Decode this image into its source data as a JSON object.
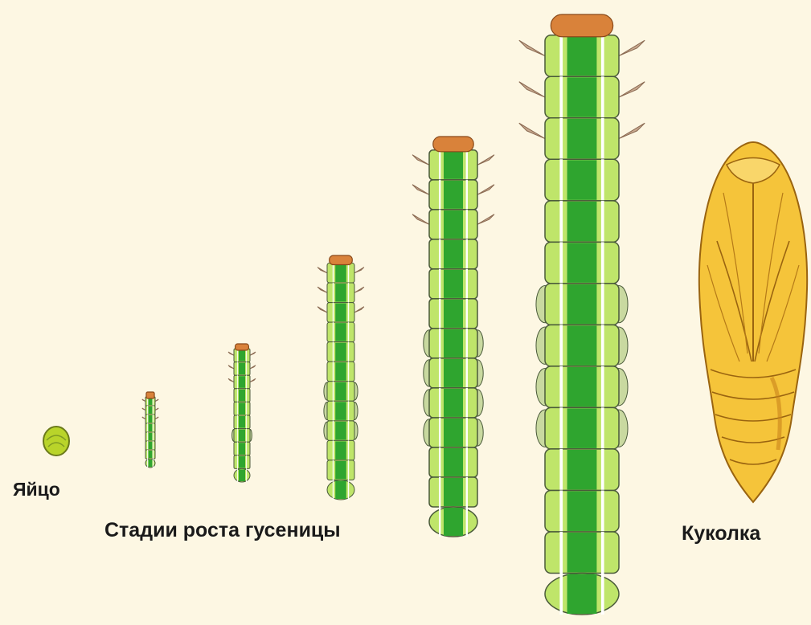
{
  "labels": {
    "egg": "Яйцо",
    "larva_stages": "Стадии роста гусеницы",
    "pupa": "Куколка"
  },
  "colors": {
    "background": "#fdf7e3",
    "egg_fill": "#b9d42a",
    "body_light": "#bfe56a",
    "body_stripe": "#2fa52f",
    "outline": "#4a5a3a",
    "head": "#d9823a",
    "legs": "#c9a98f",
    "pupa_fill": "#f5c43a",
    "pupa_dark": "#c9841a"
  },
  "stages": [
    {
      "name": "egg-stage"
    },
    {
      "name": "caterpillar-stage-1"
    },
    {
      "name": "caterpillar-stage-2"
    },
    {
      "name": "caterpillar-stage-3"
    },
    {
      "name": "caterpillar-stage-4"
    },
    {
      "name": "caterpillar-stage-5"
    },
    {
      "name": "pupa-stage"
    }
  ]
}
